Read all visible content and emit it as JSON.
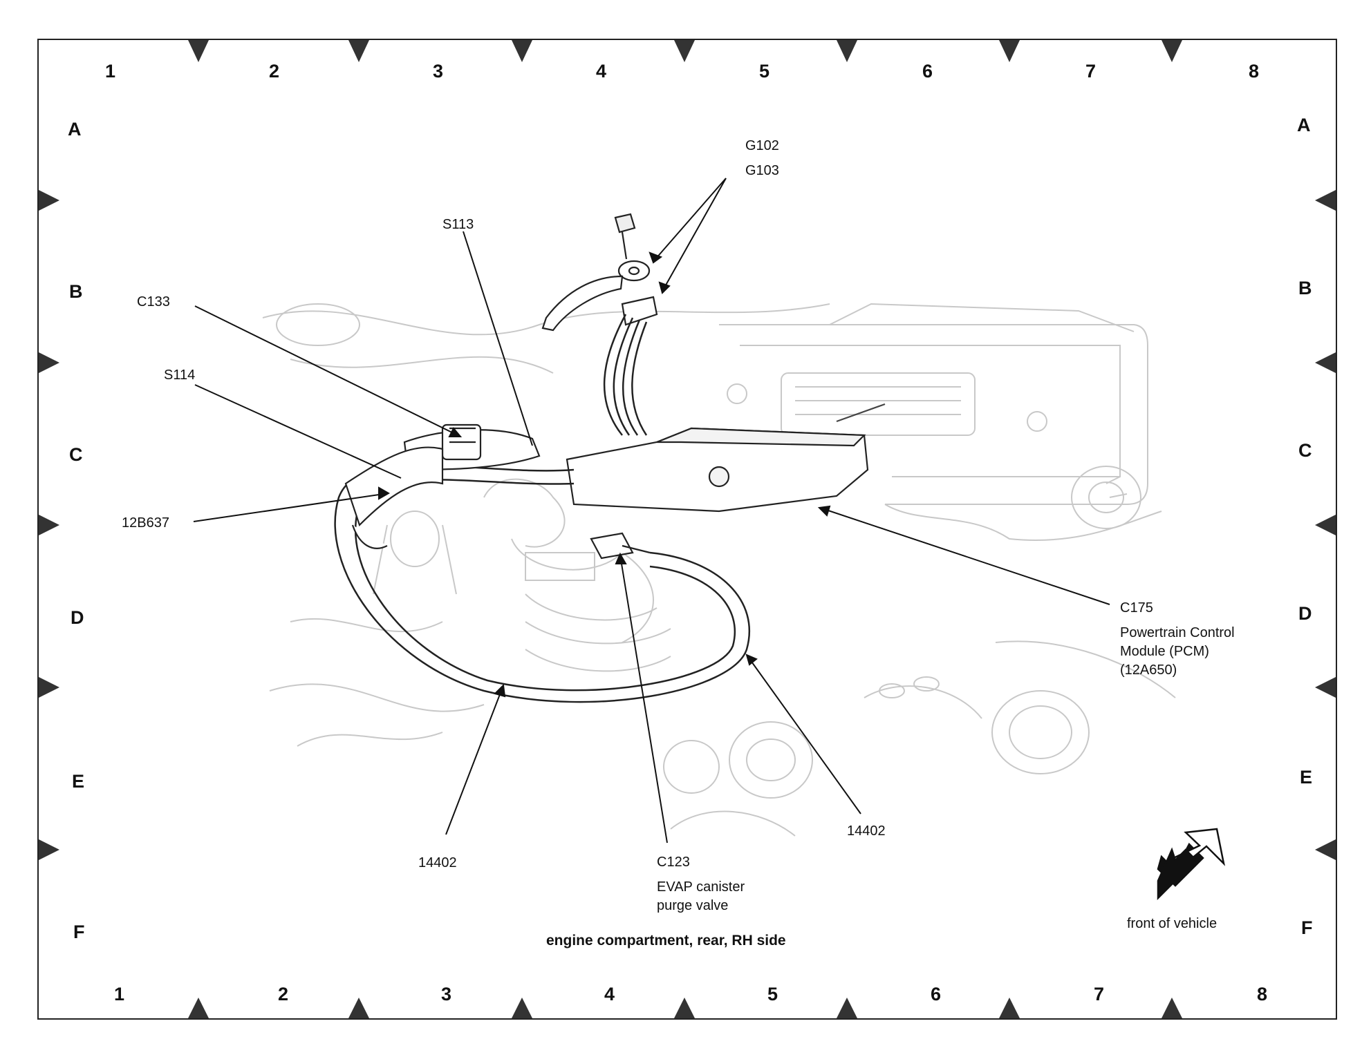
{
  "grid": {
    "columns": [
      "1",
      "2",
      "3",
      "4",
      "5",
      "6",
      "7",
      "8"
    ],
    "rows": [
      "A",
      "B",
      "C",
      "D",
      "E",
      "F"
    ]
  },
  "labels": {
    "g102": "G102",
    "g103": "G103",
    "s113": "S113",
    "c133": "C133",
    "s114": "S114",
    "b637": "12B637",
    "c175": "C175",
    "pcm_line1": "Powertrain Control",
    "pcm_line2": "Module (PCM)",
    "pcm_line3": "(12A650)",
    "harness_left": "14402",
    "harness_right": "14402",
    "c123": "C123",
    "evap_line1": "EVAP canister",
    "evap_line2": "purge valve",
    "front_of_vehicle": "front of vehicle"
  },
  "caption": "engine compartment, rear, RH side",
  "colors": {
    "ink": "#111111",
    "sketch": "#c8c8c8",
    "paper": "#ffffff"
  }
}
